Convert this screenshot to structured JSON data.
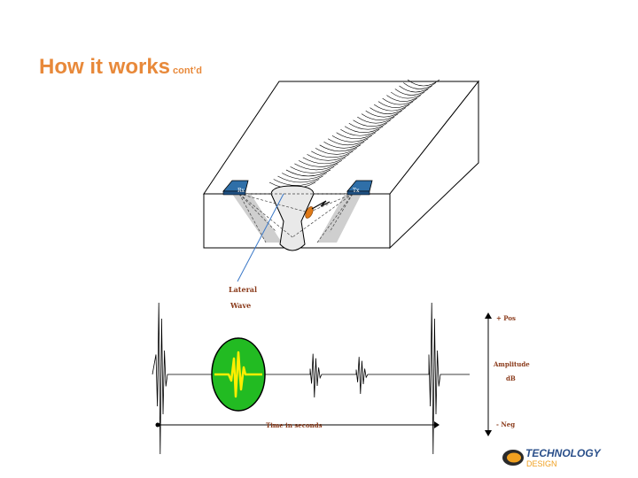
{
  "slide": {
    "title": "How it works",
    "title_suffix": "cont’d"
  },
  "diagram": {
    "probe_left_label": "Rx",
    "probe_right_label": "Tx",
    "lateral_wave_line1": "Lateral",
    "lateral_wave_line2": "Wave",
    "pos_label": "+ Pos",
    "amplitude_line1": "Amplitude",
    "amplitude_line2": "dB",
    "neg_label": "- Neg",
    "time_label": "Time in seconds"
  },
  "logo": {
    "name": "TECHNOLOGY",
    "sub": "DESIGN"
  },
  "colors": {
    "title": "#e8893a",
    "probe": "#2f6fa8",
    "defect": "#e07a18",
    "lateral_line": "#3a78c8",
    "indicator_fill": "#22bb22",
    "signal_inner": "#ffee00",
    "logo_text": "#2a4f8a"
  }
}
